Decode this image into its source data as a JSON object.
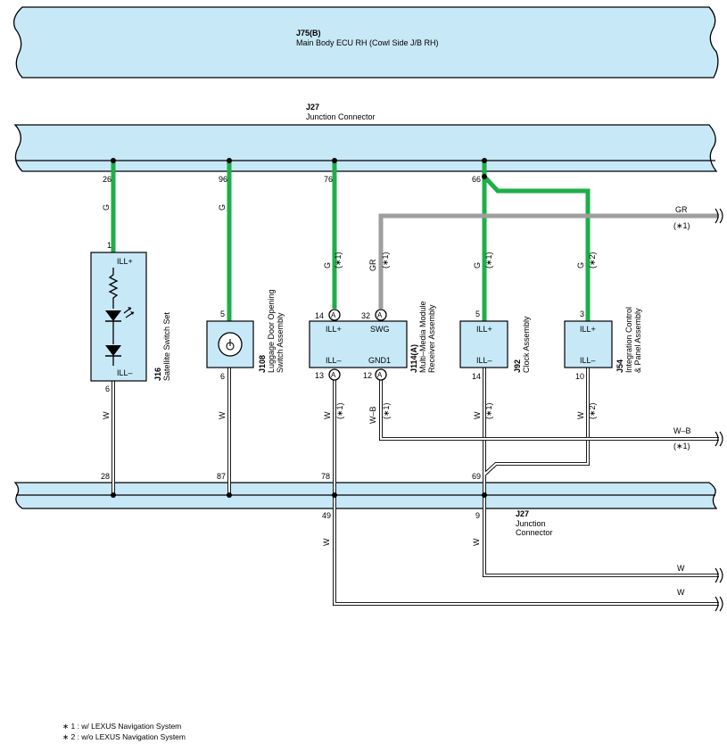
{
  "top_ecu": {
    "code": "J75(B)",
    "name": "Main Body ECU RH (Cowl Side J/B RH)"
  },
  "junction_top": {
    "code": "J27",
    "name": "Junction Connector"
  },
  "junction_bottom": {
    "code": "J27",
    "name_line1": "Junction",
    "name_line2": "Connector"
  },
  "components": {
    "j16": {
      "code": "J16",
      "name": "Satellite Switch Set",
      "pin_top": "1",
      "pin_bottom": "6",
      "label_top": "ILL+",
      "label_bottom": "ILL–"
    },
    "j108": {
      "code": "J108",
      "name_line1": "Luggage Door Opening",
      "name_line2": "Switch Assembly",
      "pin_top": "5",
      "pin_bottom": "6"
    },
    "j114": {
      "code": "J114(A)",
      "name_line1": "Multi–Media Module",
      "name_line2": "Receiver Assembly",
      "pin_ill_plus": "14",
      "pin_swg": "32",
      "pin_ill_minus": "13",
      "pin_gnd1": "12",
      "label_ill_plus": "ILL+",
      "label_swg": "SWG",
      "label_ill_minus": "ILL–",
      "label_gnd1": "GND1",
      "conn": "A"
    },
    "j92": {
      "code": "J92",
      "name": "Clock Assembly",
      "pin_top": "5",
      "pin_bottom": "14",
      "label_top": "ILL+",
      "label_bottom": "ILL–"
    },
    "j54": {
      "code": "J54",
      "name_line1": "Integration Control",
      "name_line2": "& Panel Assembly",
      "pin_top": "3",
      "pin_bottom": "10",
      "label_top": "ILL+",
      "label_bottom": "ILL–"
    }
  },
  "pins_top": [
    "26",
    "96",
    "76",
    "66"
  ],
  "pins_bottom": [
    "28",
    "87",
    "78",
    "69"
  ],
  "pins_lower": [
    "49",
    "9"
  ],
  "wire_colors": {
    "g": "G",
    "gr": "GR",
    "w": "W",
    "wb": "W–B"
  },
  "notes": {
    "n1": "(∗1)",
    "n2": "(∗2)"
  },
  "footnotes": {
    "line1": "∗ 1 : w/ LEXUS Navigation System",
    "line2": "∗ 2 : w/o LEXUS Navigation System"
  },
  "colors": {
    "box_fill": "#c7e8f7",
    "wire_green": "#1fae48",
    "wire_gray": "#9e9e9e"
  }
}
